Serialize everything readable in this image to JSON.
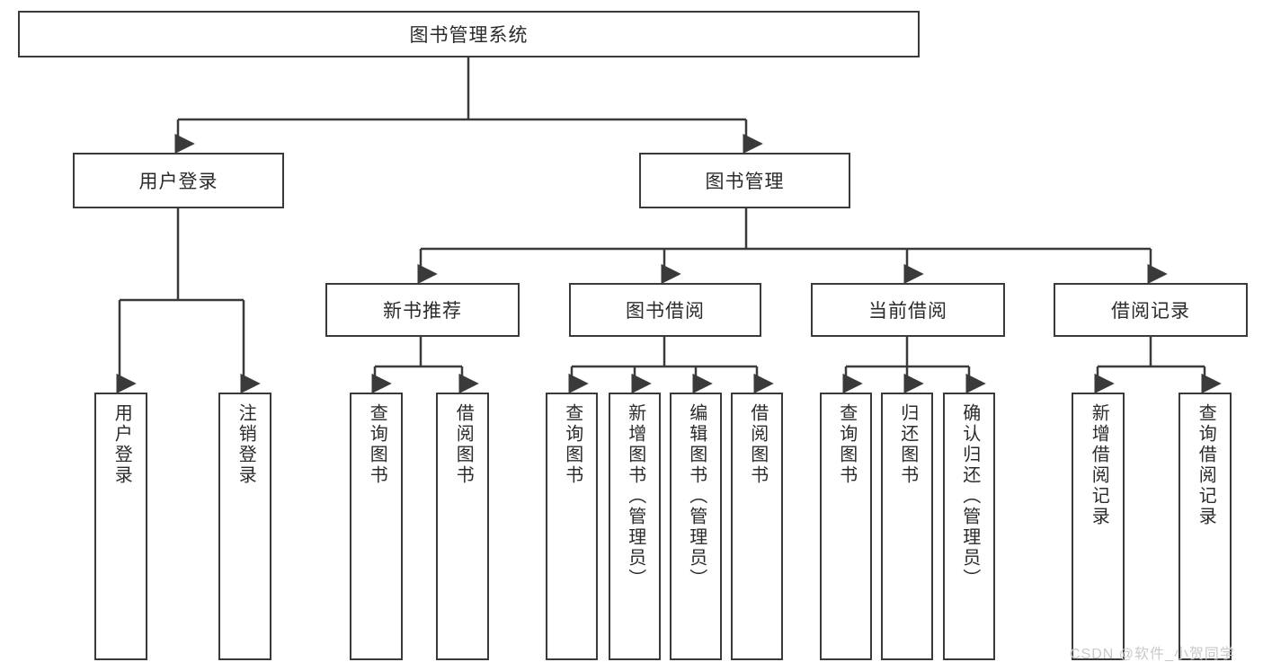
{
  "diagram": {
    "title": "图书管理系统",
    "type": "hierarchy-tree",
    "orientation": "top-down",
    "colors": {
      "border": "#3a3a3a",
      "text": "#2b2b2b",
      "background": "#ffffff",
      "watermark": "#c9c9c9"
    },
    "root": {
      "label": "图书管理系统"
    },
    "level1": [
      {
        "label": "用户登录"
      },
      {
        "label": "图书管理"
      }
    ],
    "level2": [
      {
        "label": "新书推荐"
      },
      {
        "label": "图书借阅"
      },
      {
        "label": "当前借阅"
      },
      {
        "label": "借阅记录"
      }
    ],
    "leaves": {
      "user_login": [
        {
          "label": "用户登录"
        },
        {
          "label": "注销登录"
        }
      ],
      "new_book": [
        {
          "label": "查询图书"
        },
        {
          "label": "借阅图书"
        }
      ],
      "book_borrow": [
        {
          "label": "查询图书"
        },
        {
          "label": "新增图书（管理员）"
        },
        {
          "label": "编辑图书（管理员）"
        },
        {
          "label": "借阅图书"
        }
      ],
      "current_borrow": [
        {
          "label": "查询图书"
        },
        {
          "label": "归还图书"
        },
        {
          "label": "确认归还（管理员）"
        }
      ],
      "borrow_record": [
        {
          "label": "新增借阅记录"
        },
        {
          "label": "查询借阅记录"
        }
      ]
    }
  },
  "watermark": {
    "text": "CSDN @软件_小贺同学"
  }
}
